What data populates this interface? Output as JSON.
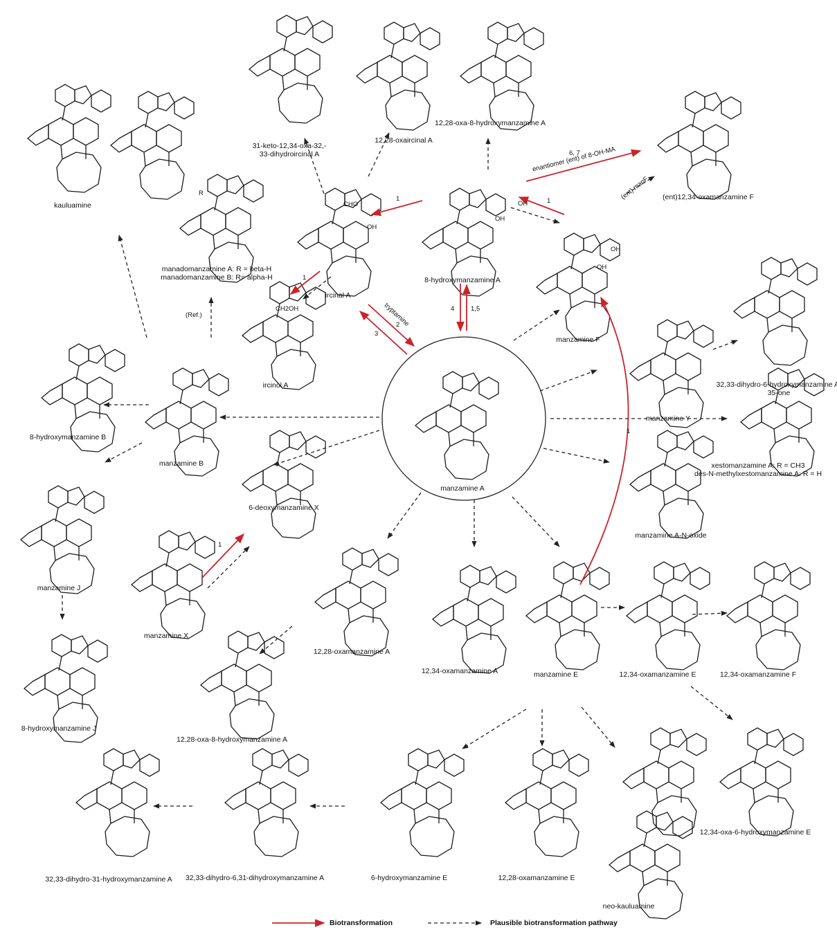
{
  "compounds": {
    "kauluamine": "kauluamine",
    "keto_oxa": "31-keto-12,34-oxa-32,-\n33-dihydroircinal A",
    "oxaircinal": "12,28-oxaircinal A",
    "oxa8oh_top": "12,28-oxa-8-hydroxymanzamine A",
    "manadomanzamine": "manadomanzamine A: R = beta-H\nmanadomanzamine B: R= alpha-H",
    "ircinal": "ircinal A",
    "ircinol": "ircinol A",
    "hydroxyMA8": "8-hydroxymanzamine A",
    "manzF": "manzamine F",
    "entF": "(ent)12,34-oxamanzamine F",
    "manzY": "manzamine Y",
    "dihydro35one": "32,33-dihydro-6-hydroxymanzamine A-\n35-one",
    "xesto": "xestomanzamine A: R = CH3\ndes-N-methylxestomanzamine A: R = H",
    "noxide": "manzamine A-N-oxide",
    "manzA": "manzamine A",
    "manzB": "manzamine B",
    "hydroxyB8": "8-hydroxymanzamine B",
    "manzJ": "manzamine J",
    "hydroxyJ8": "8-hydroxymanzamine J",
    "deoxyX": "6-deoxymanzamine X",
    "manzX": "manzamine X",
    "oxaA1228": "12,28-oxamanzamine A",
    "oxa8oh_mid": "12,28-oxa-8-hydroxymanzamine A",
    "oxaA1234": "12,34-oxamanzamine A",
    "manzE": "manzamine E",
    "oxaE1234": "12,34-oxamanzamine E",
    "oxaF1234": "12,34-oxamanzamine F",
    "oxa6ohE": "12,34-oxa-6-hydroxymanzamine E",
    "neokaul": "neo-kauluamine",
    "oxaE1228": "12,28-oxamanzamine E",
    "hydroxyE6": "6-hydroxymanzamine E",
    "dihydro631": "32,33-dihydro-6,31-dihydroxymanzamine A",
    "dihydro31": "32,33-dihydro-31-hydroxymanzamine A"
  },
  "arrow_labels": {
    "a1": "1",
    "a2": "1",
    "a3": "1",
    "a4": "6, 7",
    "a5": "enantiomer (ent) of 8-OH-MA",
    "a6": "(ent) manF",
    "a7": "tryptamine",
    "a8": "2",
    "a9": "3",
    "a10": "4",
    "a11": "1,5",
    "a12": "1",
    "a13": "(Ref.)",
    "a14": "1"
  },
  "group_labels": {
    "cho": "CHO",
    "ch2oh": "CH2OH",
    "r": "R",
    "oh_irc": "OH",
    "oh_8ma": "OH",
    "oh_8ma2": "OH",
    "oh_f": "OH",
    "oh_f2": "OH"
  },
  "legend": {
    "solid": "Biotransformation",
    "dashed": "Plausible biotransformation pathway"
  },
  "colors": {
    "biotransformation": "#cc2229",
    "plausible": "#222222",
    "bond": "#1a1a1a"
  }
}
